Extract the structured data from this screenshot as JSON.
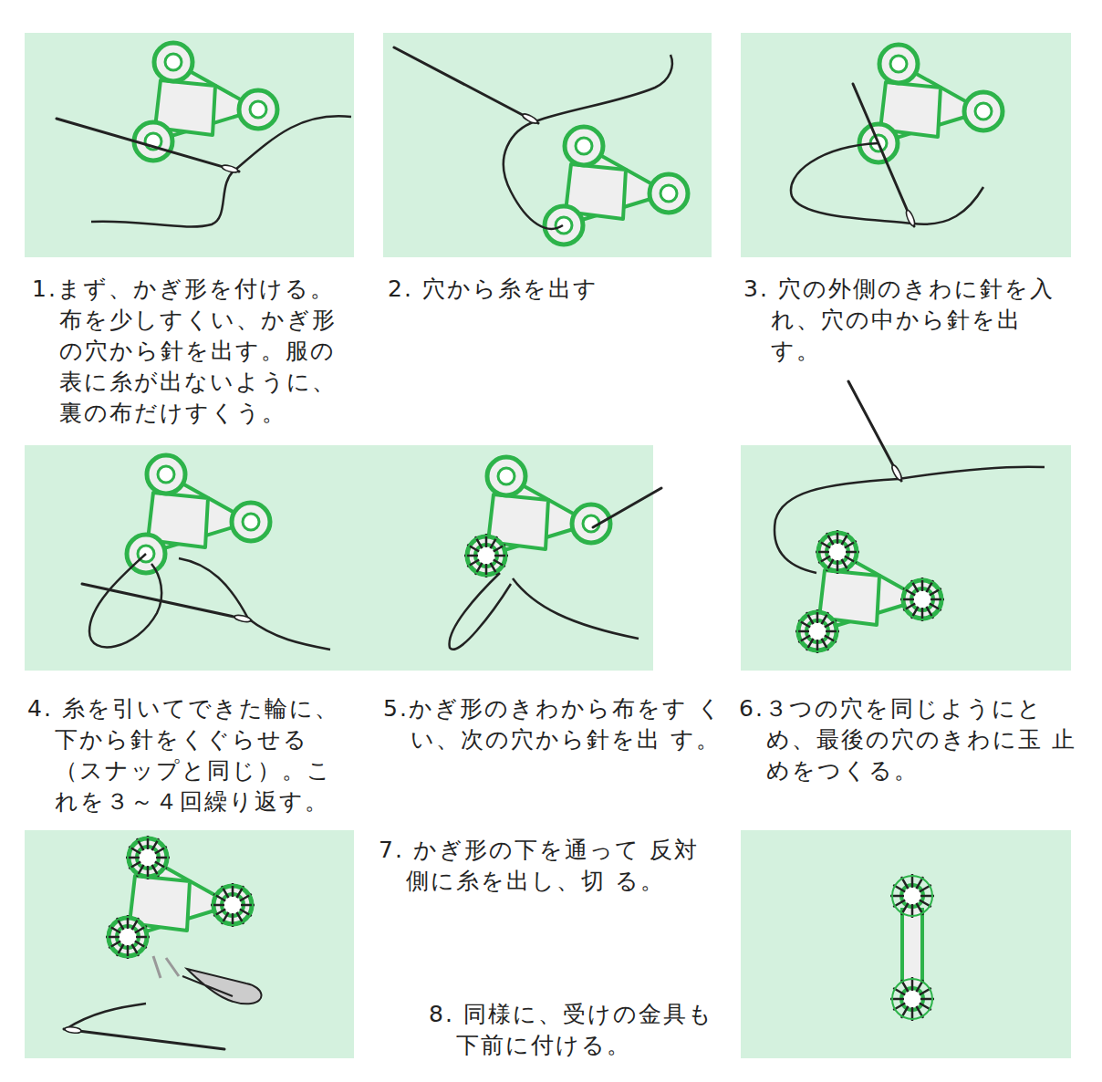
{
  "diagram": {
    "labels": [
      "1.まず、かぎ形を付ける。 布を少しすくい、かぎ形 の穴から針を出す。服の 表に糸が出ないように、 裏の布だけすくう。",
      "2. 穴から糸を出す",
      "3. 穴の外側のきわに針を入 れ、穴の中から針を出 す。",
      "4. 糸を引いてできた輪に、 下から針をくぐらせる （スナップと同じ）。こ れを３～４回繰り返す。",
      "5.かぎ形のきわから布をす くい、次の穴から針を出 す。",
      "6.３つの穴を同じようにと め、最後の穴のきわに玉 止めをつくる。",
      "7. かぎ形の下を通って 反対側に糸を出し、切 る。",
      "8. 同様に、受けの金具も 下前に付ける。"
    ]
  }
}
